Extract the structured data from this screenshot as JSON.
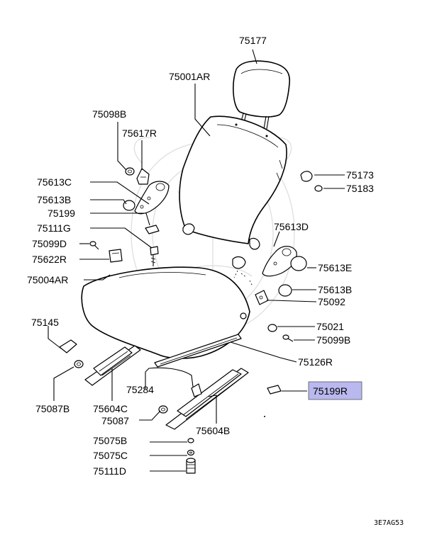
{
  "diagram_code": "3E7AG53",
  "highlight_color": "#b9b9ef",
  "labels": {
    "l75177": "75177",
    "l75001AR": "75001AR",
    "l75098B": "75098B",
    "l75617R": "75617R",
    "l75613C": "75613C",
    "l75613B_left": "75613B",
    "l75199": "75199",
    "l75111G": "75111G",
    "l75099D": "75099D",
    "l75622R": "75622R",
    "l75004AR": "75004AR",
    "l75145": "75145",
    "l75087B": "75087B",
    "l75604C": "75604C",
    "l75284": "75284",
    "l75087": "75087",
    "l75075B": "75075B",
    "l75075C": "75075C",
    "l75111D": "75111D",
    "l75173": "75173",
    "l75183": "75183",
    "l75613D": "75613D",
    "l75613E": "75613E",
    "l75613B_right": "75613B",
    "l75092": "75092",
    "l75021": "75021",
    "l75099B": "75099B",
    "l75126R": "75126R",
    "l75199R": "75199R",
    "l75604B": "75604B"
  }
}
